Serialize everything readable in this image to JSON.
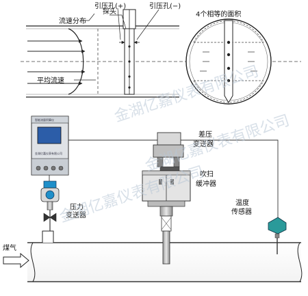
{
  "top_labels": {
    "probe": "探头",
    "port_plus": "引压孔(+)",
    "port_minus": "引压孔(−)",
    "equal_areas": "4个相等的面积",
    "velocity_distribution": "流速分布",
    "average_velocity": "平均流速"
  },
  "bottom_labels": {
    "dp_transmitter": [
      "差压",
      "变送器"
    ],
    "purge_buffer": [
      "吹扫",
      "缓冲器"
    ],
    "pressure_transmitter": [
      "压力",
      "变送器"
    ],
    "temperature_sensor": [
      "温度",
      "传感器"
    ],
    "gas_inlet": "煤气"
  },
  "instrument_panel": {
    "header_text": "智能流量积算仪",
    "footer_text": "金湖亿嘉仪表有限公司"
  },
  "watermarks": [
    "金湖亿嘉仪表有限公司",
    "金湖亿嘉仪表有限公司",
    "金湖亿嘉仪表有限公司"
  ],
  "colors": {
    "line": "#222222",
    "panel_body": "#dfe2e6",
    "panel_screen": "#2c5da8",
    "transmitter_body": "#d9d9d9",
    "transmitter_blue": "#1f8fc9",
    "sensor_teal": "#2a9a9a"
  }
}
